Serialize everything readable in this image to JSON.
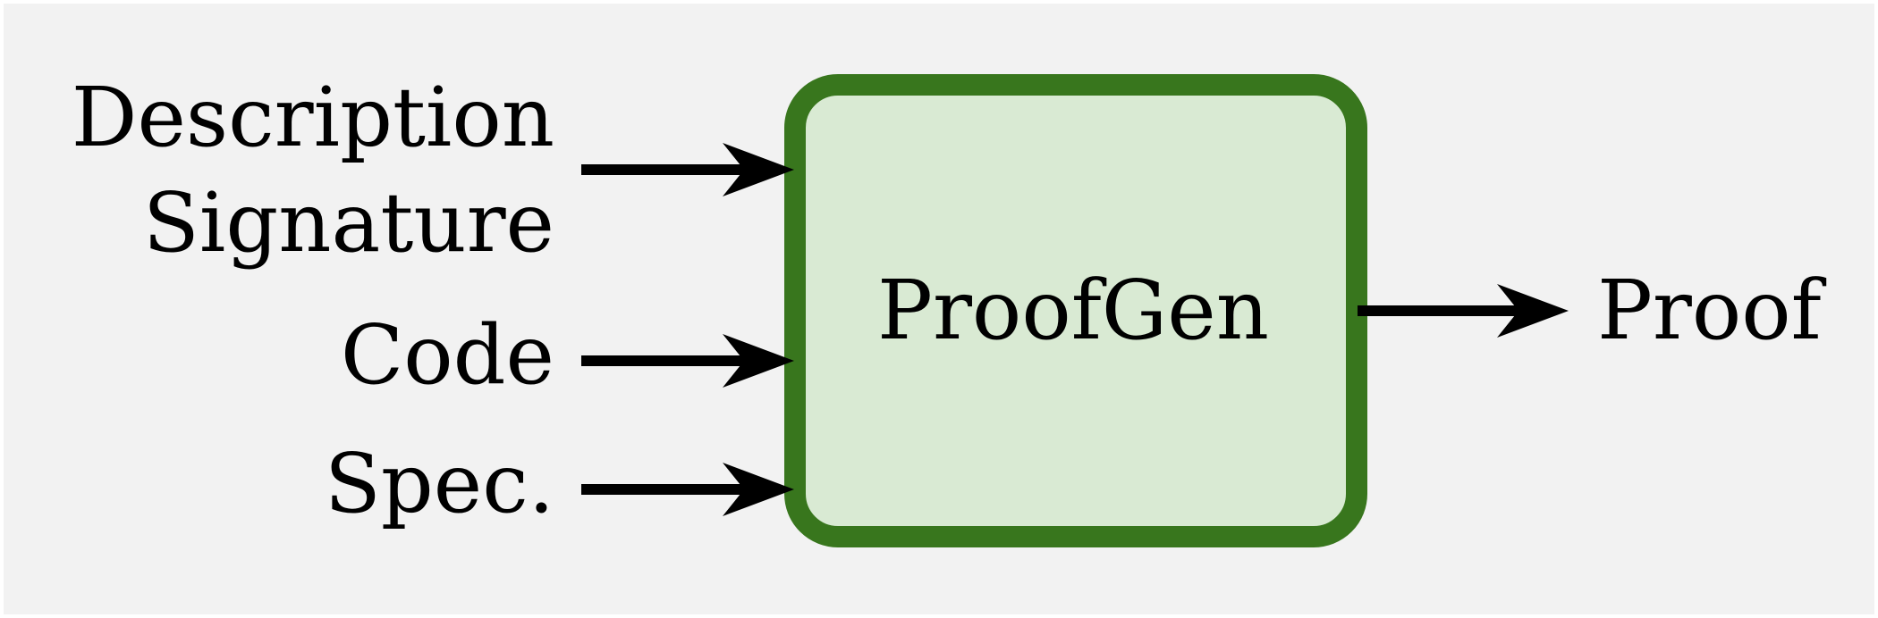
{
  "diagram": {
    "inputs": [
      {
        "label": "Description"
      },
      {
        "label": "Signature"
      },
      {
        "label": "Code"
      },
      {
        "label": "Spec."
      }
    ],
    "process": {
      "label": "ProofGen",
      "fill_color": "#d9ead3",
      "border_color": "#38761d"
    },
    "output": {
      "label": "Proof"
    },
    "background_color": "#f2f2f2",
    "arrow_color": "#000000"
  }
}
